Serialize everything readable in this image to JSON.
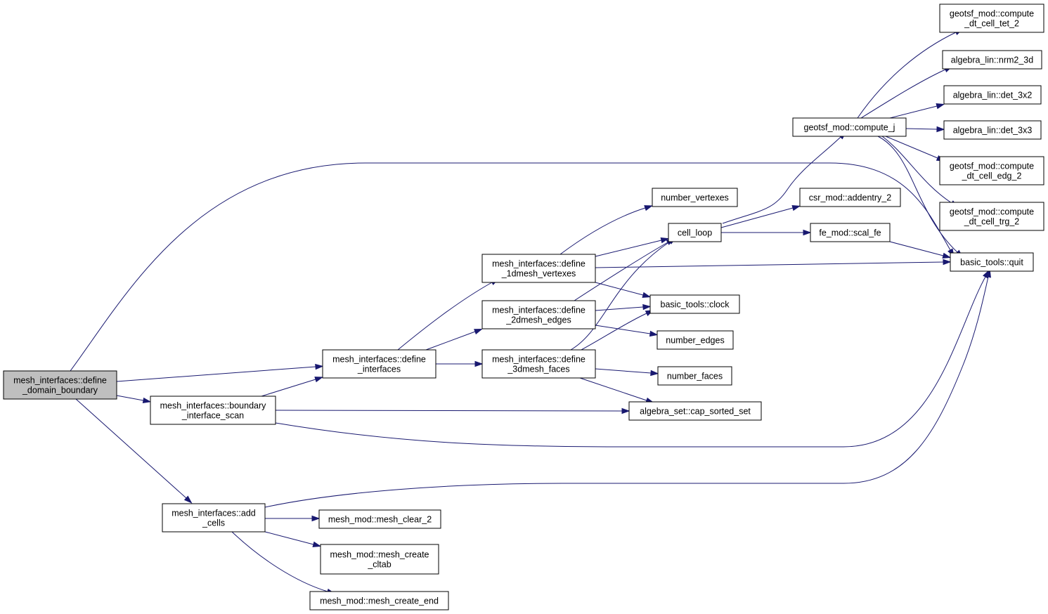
{
  "graph": {
    "nodes": [
      {
        "id": "root",
        "lines": [
          "mesh_interfaces::define",
          "_domain_boundary"
        ],
        "root": true
      },
      {
        "id": "define_interfaces",
        "lines": [
          "mesh_interfaces::define",
          "_interfaces"
        ]
      },
      {
        "id": "boundary_interface_scan",
        "lines": [
          "mesh_interfaces::boundary",
          "_interface_scan"
        ]
      },
      {
        "id": "add_cells",
        "lines": [
          "mesh_interfaces::add",
          "_cells"
        ]
      },
      {
        "id": "define_1dmesh_vertexes",
        "lines": [
          "mesh_interfaces::define",
          "_1dmesh_vertexes"
        ]
      },
      {
        "id": "define_2dmesh_edges",
        "lines": [
          "mesh_interfaces::define",
          "_2dmesh_edges"
        ]
      },
      {
        "id": "define_3dmesh_faces",
        "lines": [
          "mesh_interfaces::define",
          "_3dmesh_faces"
        ]
      },
      {
        "id": "mesh_clear_2",
        "lines": [
          "mesh_mod::mesh_clear_2"
        ]
      },
      {
        "id": "mesh_create_cltab",
        "lines": [
          "mesh_mod::mesh_create",
          "_cltab"
        ]
      },
      {
        "id": "mesh_create_end",
        "lines": [
          "mesh_mod::mesh_create_end"
        ]
      },
      {
        "id": "number_vertexes",
        "lines": [
          "number_vertexes"
        ]
      },
      {
        "id": "cell_loop",
        "lines": [
          "cell_loop"
        ]
      },
      {
        "id": "basic_tools_clock",
        "lines": [
          "basic_tools::clock"
        ]
      },
      {
        "id": "number_edges",
        "lines": [
          "number_edges"
        ]
      },
      {
        "id": "number_faces",
        "lines": [
          "number_faces"
        ]
      },
      {
        "id": "cap_sorted_set",
        "lines": [
          "algebra_set::cap_sorted_set"
        ]
      },
      {
        "id": "compute_j",
        "lines": [
          "geotsf_mod::compute_j"
        ]
      },
      {
        "id": "csr_addentry_2",
        "lines": [
          "csr_mod::addentry_2"
        ]
      },
      {
        "id": "fe_scal_fe",
        "lines": [
          "fe_mod::scal_fe"
        ]
      },
      {
        "id": "basic_tools_quit",
        "lines": [
          "basic_tools::quit"
        ]
      },
      {
        "id": "compute_dt_cell_tet_2",
        "lines": [
          "geotsf_mod::compute",
          "_dt_cell_tet_2"
        ]
      },
      {
        "id": "nrm2_3d",
        "lines": [
          "algebra_lin::nrm2_3d"
        ]
      },
      {
        "id": "det_3x2",
        "lines": [
          "algebra_lin::det_3x2"
        ]
      },
      {
        "id": "det_3x3",
        "lines": [
          "algebra_lin::det_3x3"
        ]
      },
      {
        "id": "compute_dt_cell_edg_2",
        "lines": [
          "geotsf_mod::compute",
          "_dt_cell_edg_2"
        ]
      },
      {
        "id": "compute_dt_cell_trg_2",
        "lines": [
          "geotsf_mod::compute",
          "_dt_cell_trg_2"
        ]
      }
    ],
    "edges": [
      {
        "from": "root",
        "to": "define_interfaces"
      },
      {
        "from": "root",
        "to": "boundary_interface_scan"
      },
      {
        "from": "root",
        "to": "add_cells"
      },
      {
        "from": "root",
        "to": "basic_tools_quit"
      },
      {
        "from": "boundary_interface_scan",
        "to": "define_interfaces"
      },
      {
        "from": "boundary_interface_scan",
        "to": "cap_sorted_set"
      },
      {
        "from": "boundary_interface_scan",
        "to": "basic_tools_quit"
      },
      {
        "from": "add_cells",
        "to": "basic_tools_quit"
      },
      {
        "from": "add_cells",
        "to": "mesh_clear_2"
      },
      {
        "from": "add_cells",
        "to": "mesh_create_cltab"
      },
      {
        "from": "add_cells",
        "to": "mesh_create_end"
      },
      {
        "from": "define_interfaces",
        "to": "define_1dmesh_vertexes"
      },
      {
        "from": "define_interfaces",
        "to": "define_2dmesh_edges"
      },
      {
        "from": "define_interfaces",
        "to": "define_3dmesh_faces"
      },
      {
        "from": "define_1dmesh_vertexes",
        "to": "number_vertexes"
      },
      {
        "from": "define_1dmesh_vertexes",
        "to": "cell_loop"
      },
      {
        "from": "define_1dmesh_vertexes",
        "to": "basic_tools_quit"
      },
      {
        "from": "define_1dmesh_vertexes",
        "to": "basic_tools_clock"
      },
      {
        "from": "define_2dmesh_edges",
        "to": "cell_loop"
      },
      {
        "from": "define_2dmesh_edges",
        "to": "basic_tools_clock"
      },
      {
        "from": "define_2dmesh_edges",
        "to": "number_edges"
      },
      {
        "from": "define_3dmesh_faces",
        "to": "cell_loop"
      },
      {
        "from": "define_3dmesh_faces",
        "to": "basic_tools_clock"
      },
      {
        "from": "define_3dmesh_faces",
        "to": "number_faces"
      },
      {
        "from": "define_3dmesh_faces",
        "to": "cap_sorted_set"
      },
      {
        "from": "cell_loop",
        "to": "compute_j"
      },
      {
        "from": "cell_loop",
        "to": "csr_addentry_2"
      },
      {
        "from": "cell_loop",
        "to": "fe_scal_fe"
      },
      {
        "from": "fe_scal_fe",
        "to": "basic_tools_quit"
      },
      {
        "from": "compute_j",
        "to": "compute_dt_cell_tet_2"
      },
      {
        "from": "compute_j",
        "to": "nrm2_3d"
      },
      {
        "from": "compute_j",
        "to": "det_3x2"
      },
      {
        "from": "compute_j",
        "to": "det_3x3"
      },
      {
        "from": "compute_j",
        "to": "compute_dt_cell_edg_2"
      },
      {
        "from": "compute_j",
        "to": "compute_dt_cell_trg_2"
      },
      {
        "from": "compute_j",
        "to": "basic_tools_quit"
      }
    ]
  }
}
